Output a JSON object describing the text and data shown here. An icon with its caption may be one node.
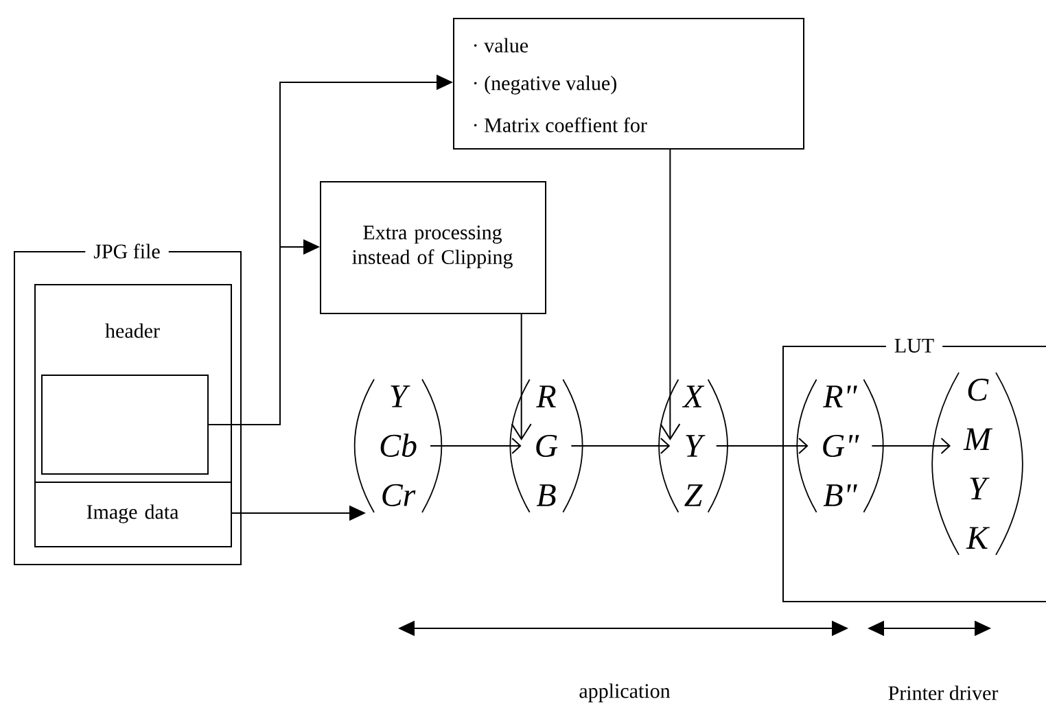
{
  "diagram": {
    "nodes": [
      {
        "text": [
          "JPG file"
        ]
      },
      {
        "text": [
          "header"
        ],
        "in": 0
      },
      {
        "text": [],
        "shape": "box",
        "in": 1
      },
      {
        "text": [
          "Image data"
        ],
        "in": 0
      },
      {
        "text": [
          "Extra processing instead of Clipping"
        ]
      },
      {
        "text": [
          "· value",
          "· (negative value)",
          "· Matrix coeffient for"
        ]
      },
      {
        "text": [
          "Y",
          "Cb",
          "Cr"
        ]
      },
      {
        "text": [
          "R",
          "G",
          "B"
        ]
      },
      {
        "text": [
          "X",
          "Y",
          "Z"
        ]
      },
      {
        "text": [
          "LUT"
        ]
      },
      {
        "text": [
          "R\"",
          "G\"",
          "B\""
        ],
        "in": 9
      },
      {
        "text": [
          "C",
          "M",
          "Y",
          "K"
        ],
        "in": 9
      }
    ],
    "edges": [
      {
        "from": 2,
        "to": 5,
        "arrow": "to"
      },
      {
        "from": 2,
        "to": 4,
        "arrow": "to"
      },
      {
        "from": 3,
        "to": 6,
        "arrow": "to"
      },
      {
        "from": 4,
        "to": 7,
        "arrow": "to"
      },
      {
        "from": 5,
        "to": 8,
        "arrow": "to"
      },
      {
        "from": 6,
        "to": 7,
        "arrow": "to"
      },
      {
        "from": 7,
        "to": 8,
        "arrow": "to"
      },
      {
        "from": 8,
        "to": 10,
        "arrow": "to"
      },
      {
        "from": 10,
        "to": 11,
        "arrow": "to"
      }
    ],
    "labels": [
      "application",
      "Printer driver"
    ]
  }
}
